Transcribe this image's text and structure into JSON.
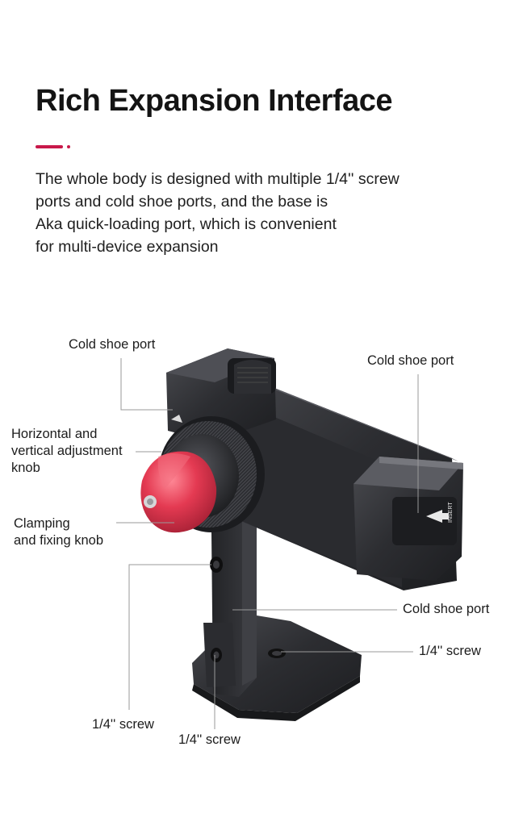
{
  "header": {
    "title": "Rich Expansion Interface",
    "accent_color": "#c8194a"
  },
  "description": {
    "lines": [
      "The whole body is designed with multiple 1/4'' screw",
      "ports and cold shoe ports, and the base is",
      "Aka quick-loading port, which is convenient",
      "for multi-device expansion"
    ]
  },
  "product": {
    "name_icon": "phone-holder-mount",
    "knob_color": "#e43a52",
    "body_color": "#2e2f33",
    "insert_marking": "INSERT"
  },
  "callouts": {
    "cold_shoe_top_left": "Cold shoe port",
    "cold_shoe_right": "Cold shoe port",
    "adjustment_knob": [
      "Horizontal and",
      "vertical adjustment",
      "knob"
    ],
    "clamping_knob": [
      "Clamping",
      "and fixing knob"
    ],
    "cold_shoe_bottom": "Cold shoe port",
    "screw_base_right": "1/4'' screw",
    "screw_left": "1/4'' screw",
    "screw_bottom": "1/4'' screw"
  }
}
